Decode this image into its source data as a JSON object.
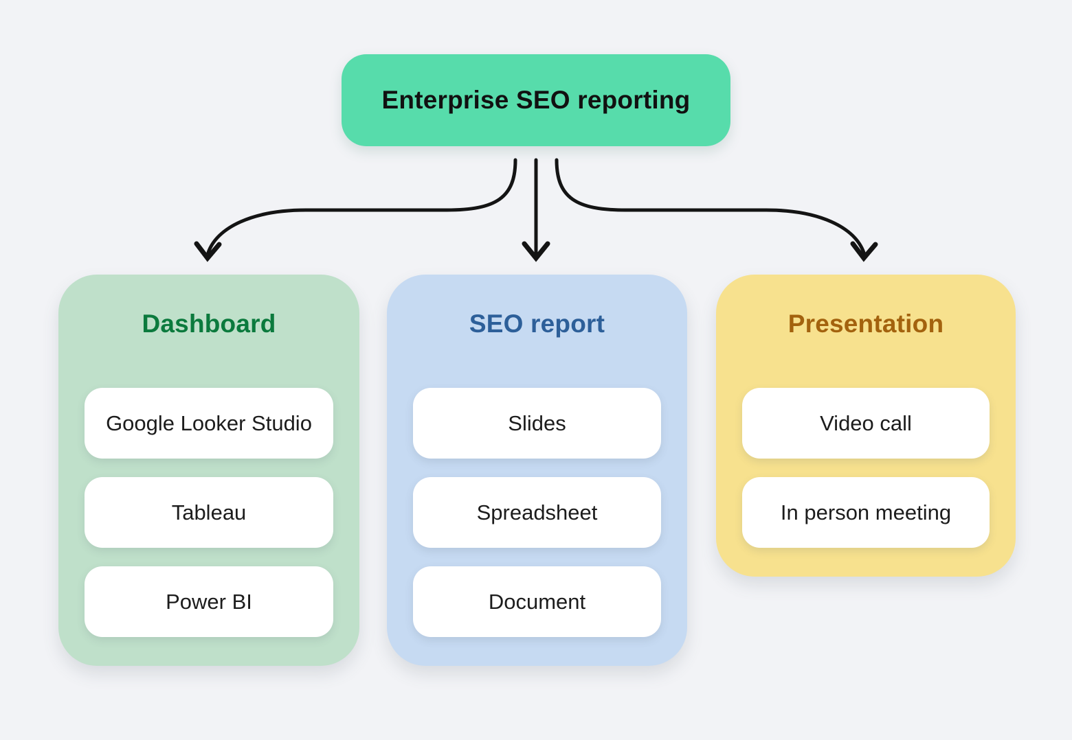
{
  "diagram_title": "Enterprise SEO reporting flowchart",
  "root": {
    "label": "Enterprise SEO reporting"
  },
  "branches": [
    {
      "id": "dashboard",
      "title": "Dashboard",
      "items": [
        "Google Looker Studio",
        "Tableau",
        "Power BI"
      ]
    },
    {
      "id": "seo-report",
      "title": "SEO report",
      "items": [
        "Slides",
        "Spreadsheet",
        "Document"
      ]
    },
    {
      "id": "presentation",
      "title": "Presentation",
      "items": [
        "Video call",
        "In person meeting"
      ]
    }
  ],
  "colors": {
    "page_bg": "#f2f3f6",
    "root_bg": "#57dcab",
    "root_text": "#111111",
    "arrow": "#141414",
    "item_bg": "#ffffff",
    "item_text": "#1c1c1c",
    "dashboard_bg": "#bfe0ca",
    "dashboard_title": "#0b7a3d",
    "seo_report_bg": "#c6daf2",
    "seo_report_title": "#2d5f99",
    "presentation_bg": "#f7e18e",
    "presentation_title": "#a3620e"
  }
}
